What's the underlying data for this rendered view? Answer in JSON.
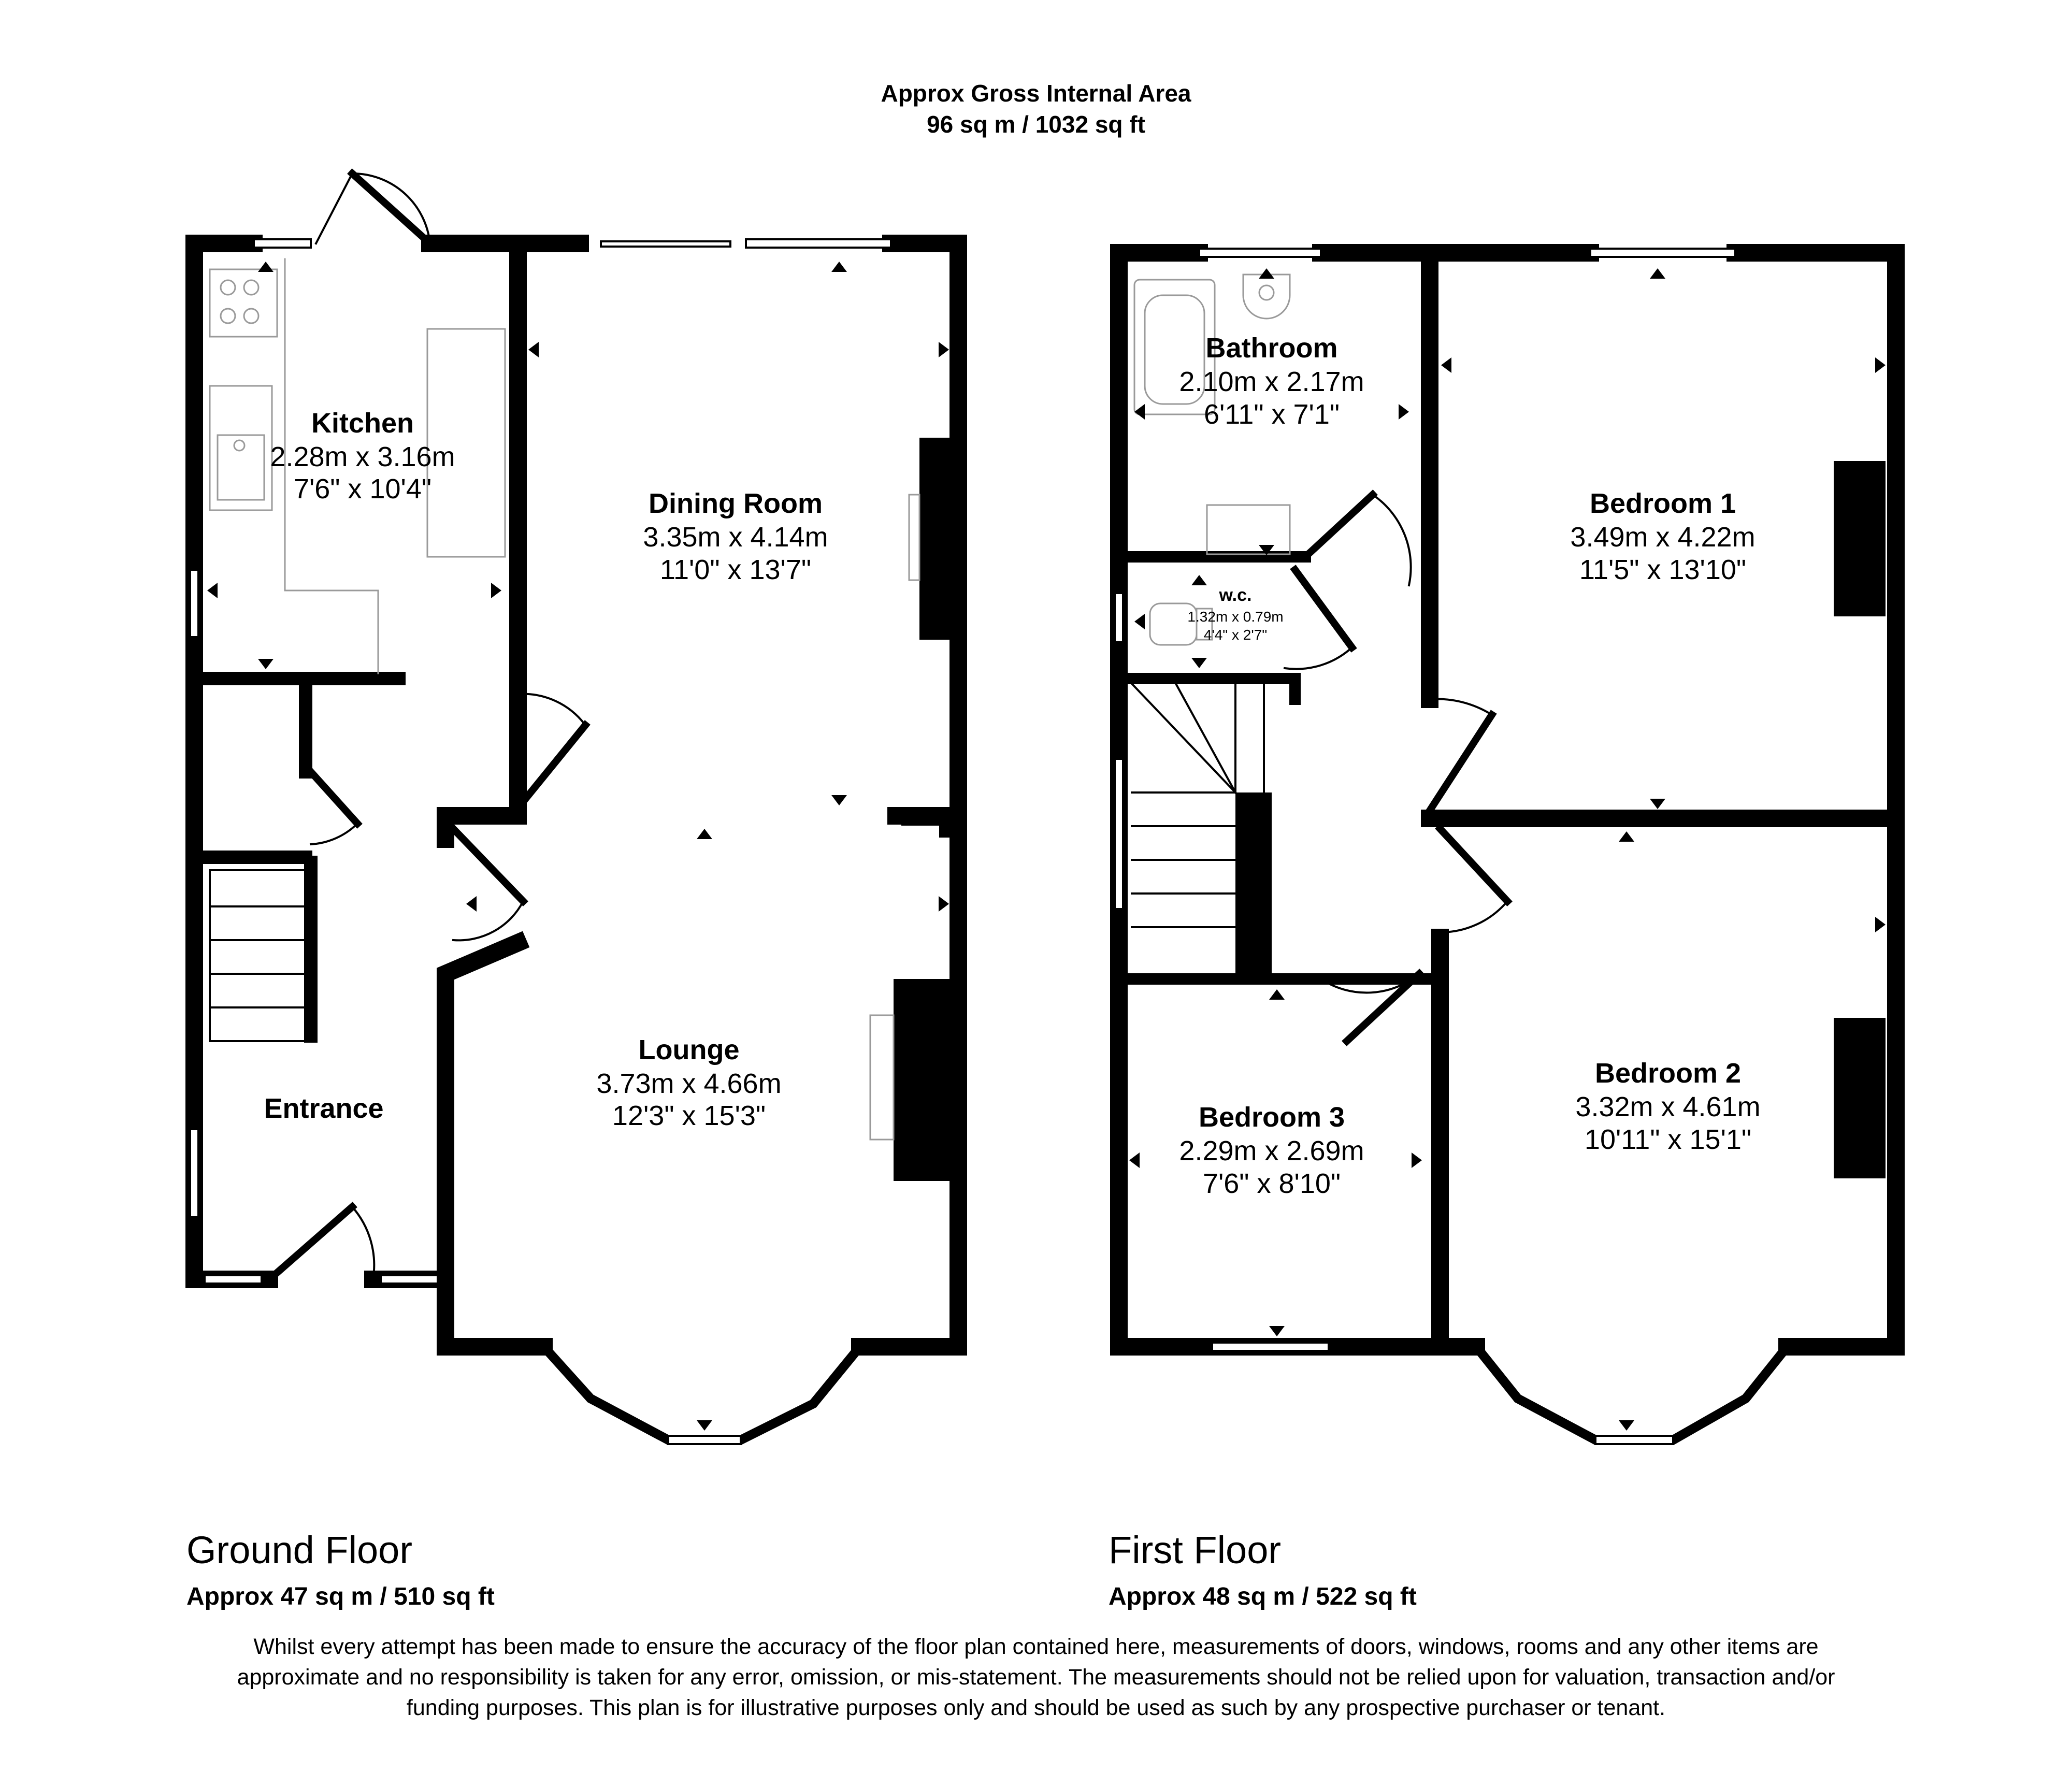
{
  "header": {
    "title": "Approx Gross Internal Area",
    "area": "96 sq m / 1032 sq ft"
  },
  "ground_floor": {
    "title": "Ground Floor",
    "area": "Approx 47 sq m / 510 sq ft",
    "rooms": {
      "kitchen": {
        "name": "Kitchen",
        "metric": "2.28m x 3.16m",
        "imperial": "7'6\" x 10'4\""
      },
      "dining": {
        "name": "Dining Room",
        "metric": "3.35m x 4.14m",
        "imperial": "11'0\" x 13'7\""
      },
      "lounge": {
        "name": "Lounge",
        "metric": "3.73m x 4.66m",
        "imperial": "12'3\" x 15'3\""
      },
      "entrance": {
        "name": "Entrance"
      }
    }
  },
  "first_floor": {
    "title": "First Floor",
    "area": "Approx 48 sq m / 522 sq ft",
    "rooms": {
      "bathroom": {
        "name": "Bathroom",
        "metric": "2.10m x 2.17m",
        "imperial": "6'11\" x 7'1\""
      },
      "wc": {
        "name": "w.c.",
        "metric": "1.32m x 0.79m",
        "imperial": "4'4\" x 2'7\""
      },
      "bedroom1": {
        "name": "Bedroom 1",
        "metric": "3.49m x 4.22m",
        "imperial": "11'5\" x 13'10\""
      },
      "bedroom2": {
        "name": "Bedroom 2",
        "metric": "3.32m x 4.61m",
        "imperial": "10'11\" x 15'1\""
      },
      "bedroom3": {
        "name": "Bedroom 3",
        "metric": "2.29m x 2.69m",
        "imperial": "7'6\" x 8'10\""
      }
    }
  },
  "disclaimer": "Whilst every attempt has been made to ensure the accuracy of the floor plan contained here, measurements of doors, windows, rooms and any other items are approximate and no responsibility is taken for any error, omission, or mis-statement. The measurements should not be relied upon for valuation, transaction and/or funding purposes. This plan is for illustrative purposes only and should be used as such by any prospective purchaser or tenant.",
  "colors": {
    "wall": "#000000",
    "fixture": "#9a9a9a",
    "background": "#ffffff"
  }
}
